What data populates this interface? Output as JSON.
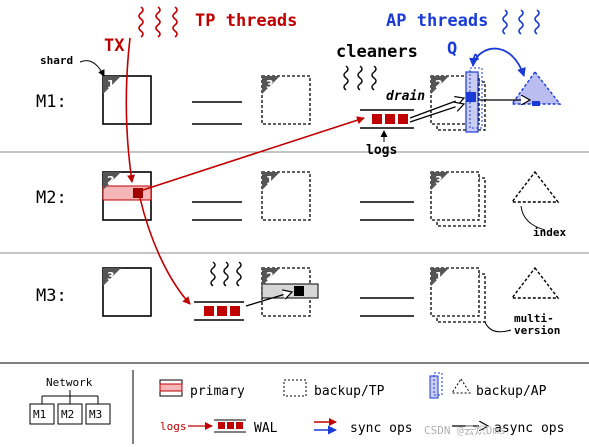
{
  "diagram": {
    "tp_threads": "TP threads",
    "ap_threads": "AP threads",
    "tx": "TX",
    "q": "Q",
    "shard": "shard",
    "cleaners": "cleaners",
    "drain": "drain",
    "logs": "logs",
    "index": "index",
    "multi_version": [
      "multi-",
      "version"
    ],
    "rows": [
      {
        "label": "M1:",
        "primary_num": "1",
        "backup1_num": "3",
        "backup2_num": "2"
      },
      {
        "label": "M2:",
        "primary_num": "2",
        "backup1_num": "1",
        "backup2_num": "3"
      },
      {
        "label": "M3:",
        "primary_num": "3",
        "backup1_num": "2",
        "backup2_num": "1"
      }
    ]
  },
  "legend": {
    "network_label": "Network",
    "nodes": [
      "M1",
      "M2",
      "M3"
    ],
    "primary": "primary",
    "backup_tp": "backup/TP",
    "backup_ap": "backup/AP",
    "logs_key": "logs",
    "wal": "WAL",
    "sync_ops": "sync ops",
    "async_ops": "async ops"
  },
  "watermark": "CSDN @云炽Dms",
  "colors": {
    "red": "#c00000",
    "dark_red": "#a00000",
    "blue": "#1a3bd6",
    "primary_fill": "#f4b6b6",
    "ap_fill": "#c9cdf4",
    "ap_tri_fill": "#b9bdf0"
  }
}
